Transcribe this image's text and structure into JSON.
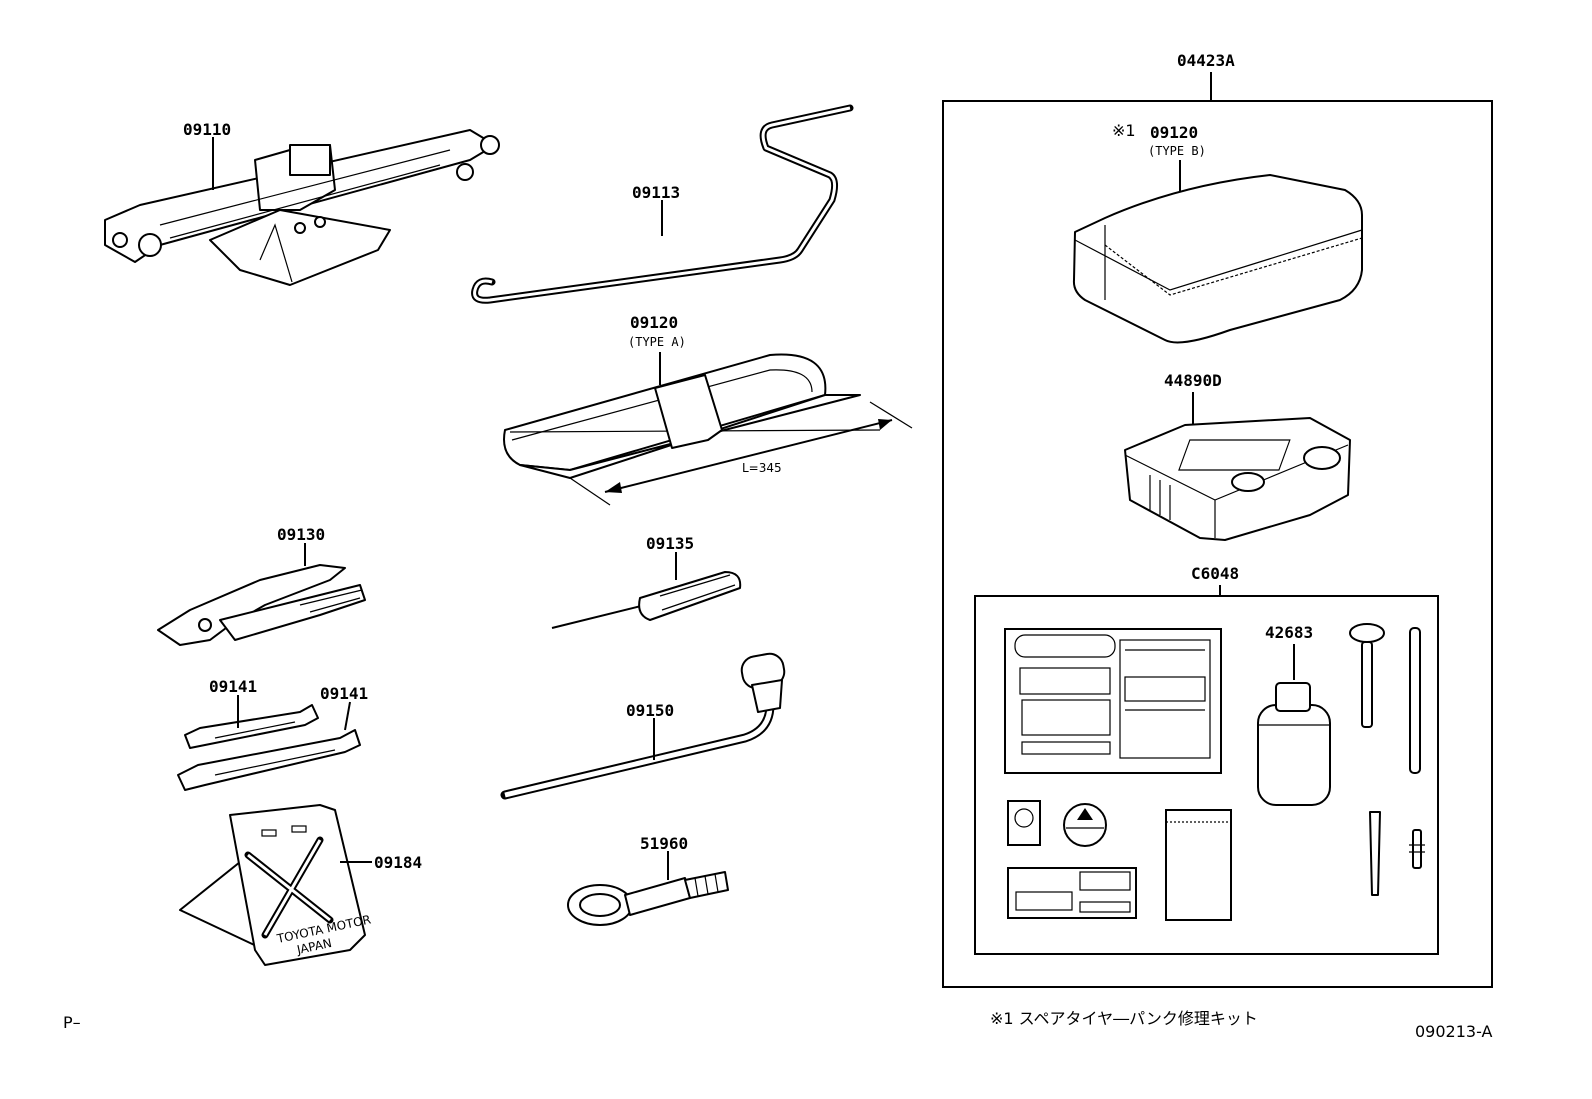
{
  "parts": {
    "jack": "09110",
    "jack_handle": "09113",
    "tool_bag_a": "09120",
    "tool_bag_a_type": "(TYPE A)",
    "tool_bag_length": "L=345",
    "pliers": "09130",
    "screwdriver": "09135",
    "wrench_1": "09141",
    "wrench_2": "09141",
    "wheel_wrench": "09150",
    "triangle_sign": "09184",
    "towing_eye": "51960",
    "repair_kit": "04423A",
    "kit_marker": "※1",
    "tool_bag_b": "09120",
    "tool_bag_b_type": "(TYPE B)",
    "compressor": "44890D",
    "sealant_set": "C6048",
    "sealant_bottle": "42683"
  },
  "sign_text": {
    "line1": "TOYOTA MOTOR",
    "line2": "JAPAN"
  },
  "footnote": "※1 スペアタイヤ―パンク修理キット",
  "left_code": "P–",
  "drawing_code": "090213-A"
}
